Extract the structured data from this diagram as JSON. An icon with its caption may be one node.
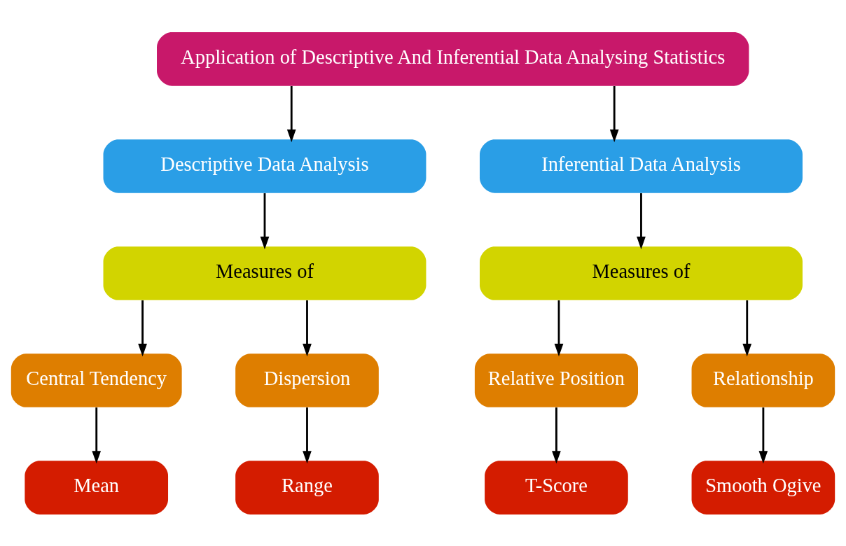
{
  "diagram": {
    "nodes": [
      {
        "text": [
          "Application of Descriptive And Inferential Data Analysing Statistics"
        ]
      },
      {
        "text": [
          "Descriptive Data Analysis"
        ]
      },
      {
        "text": [
          "Inferential Data Analysis"
        ]
      },
      {
        "text": [
          "Measures of"
        ]
      },
      {
        "text": [
          "Measures of"
        ]
      },
      {
        "text": [
          "Central Tendency"
        ]
      },
      {
        "text": [
          "Dispersion"
        ]
      },
      {
        "text": [
          "Relative Position"
        ]
      },
      {
        "text": [
          "Relationship"
        ]
      },
      {
        "text": [
          "Mean"
        ]
      },
      {
        "text": [
          "Range"
        ]
      },
      {
        "text": [
          "T-Score"
        ]
      },
      {
        "text": [
          "Smooth Ogive"
        ]
      }
    ],
    "edges": [
      {
        "from": 0,
        "to": 1,
        "arrow": "to"
      },
      {
        "from": 0,
        "to": 2,
        "arrow": "to"
      },
      {
        "from": 1,
        "to": 3,
        "arrow": "to"
      },
      {
        "from": 2,
        "to": 4,
        "arrow": "to"
      },
      {
        "from": 3,
        "to": 5,
        "arrow": "to"
      },
      {
        "from": 3,
        "to": 6,
        "arrow": "to"
      },
      {
        "from": 4,
        "to": 7,
        "arrow": "to"
      },
      {
        "from": 4,
        "to": 8,
        "arrow": "to"
      },
      {
        "from": 5,
        "to": 9,
        "arrow": "to"
      },
      {
        "from": 6,
        "to": 10,
        "arrow": "to"
      },
      {
        "from": 7,
        "to": 11,
        "arrow": "to"
      },
      {
        "from": 8,
        "to": 12,
        "arrow": "to"
      }
    ]
  }
}
